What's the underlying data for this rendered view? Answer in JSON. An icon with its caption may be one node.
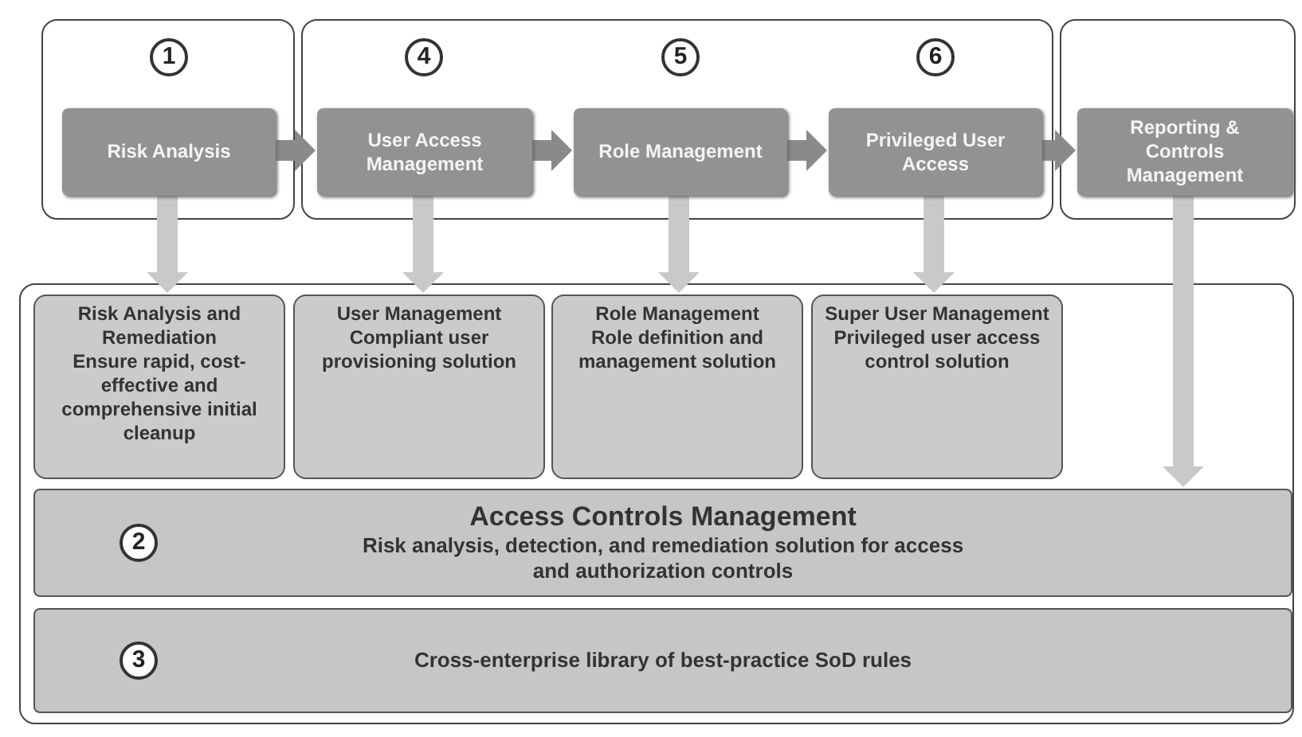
{
  "diagram": {
    "nodes": [
      {
        "text": [],
        "shape": "box"
      },
      {
        "text": [],
        "shape": "box"
      },
      {
        "text": [],
        "shape": "box"
      },
      {
        "text": [
          "Risk Analysis"
        ],
        "in": 0,
        "beside": [
          "1"
        ]
      },
      {
        "text": [
          "User Access Management"
        ],
        "in": 1,
        "beside": [
          "4"
        ]
      },
      {
        "text": [
          "Role Management"
        ],
        "in": 1,
        "beside": [
          "5"
        ]
      },
      {
        "text": [
          "Privileged User Access"
        ],
        "in": 1,
        "beside": [
          "6"
        ]
      },
      {
        "text": [
          "Reporting & Controls Management"
        ],
        "in": 2
      },
      {
        "text": [],
        "shape": "box"
      },
      {
        "text": [
          "Risk Analysis and Remediation",
          "Ensure rapid, cost-effective and comprehensive initial cleanup"
        ],
        "in": 8
      },
      {
        "text": [
          "User Management",
          "Compliant user provisioning solution"
        ],
        "in": 8
      },
      {
        "text": [
          "Role Management",
          "Role definition and management solution"
        ],
        "in": 8
      },
      {
        "text": [
          "Super User Management",
          "Privileged user access control solution"
        ],
        "in": 8
      },
      {
        "text": [
          "2",
          "Access Controls Management",
          "Risk analysis, detection, and remediation solution for access and authorization controls"
        ],
        "in": 8
      },
      {
        "text": [
          "3",
          "Cross-enterprise library of best-practice SoD rules"
        ],
        "in": 8
      }
    ],
    "edges": [
      {
        "from": 3,
        "to": 4,
        "arrow": "to",
        "color": "#8a8a8a"
      },
      {
        "from": 4,
        "to": 5,
        "arrow": "to",
        "color": "#8a8a8a"
      },
      {
        "from": 5,
        "to": 6,
        "arrow": "to",
        "color": "#8a8a8a"
      },
      {
        "from": 6,
        "to": 7,
        "arrow": "to",
        "color": "#8a8a8a"
      },
      {
        "from": 3,
        "to": 9,
        "arrow": "to"
      },
      {
        "from": 4,
        "to": 10,
        "arrow": "to"
      },
      {
        "from": 5,
        "to": 11,
        "arrow": "to"
      },
      {
        "from": 6,
        "to": 12,
        "arrow": "to"
      },
      {
        "from": 7,
        "to": 13,
        "arrow": "to"
      }
    ]
  }
}
